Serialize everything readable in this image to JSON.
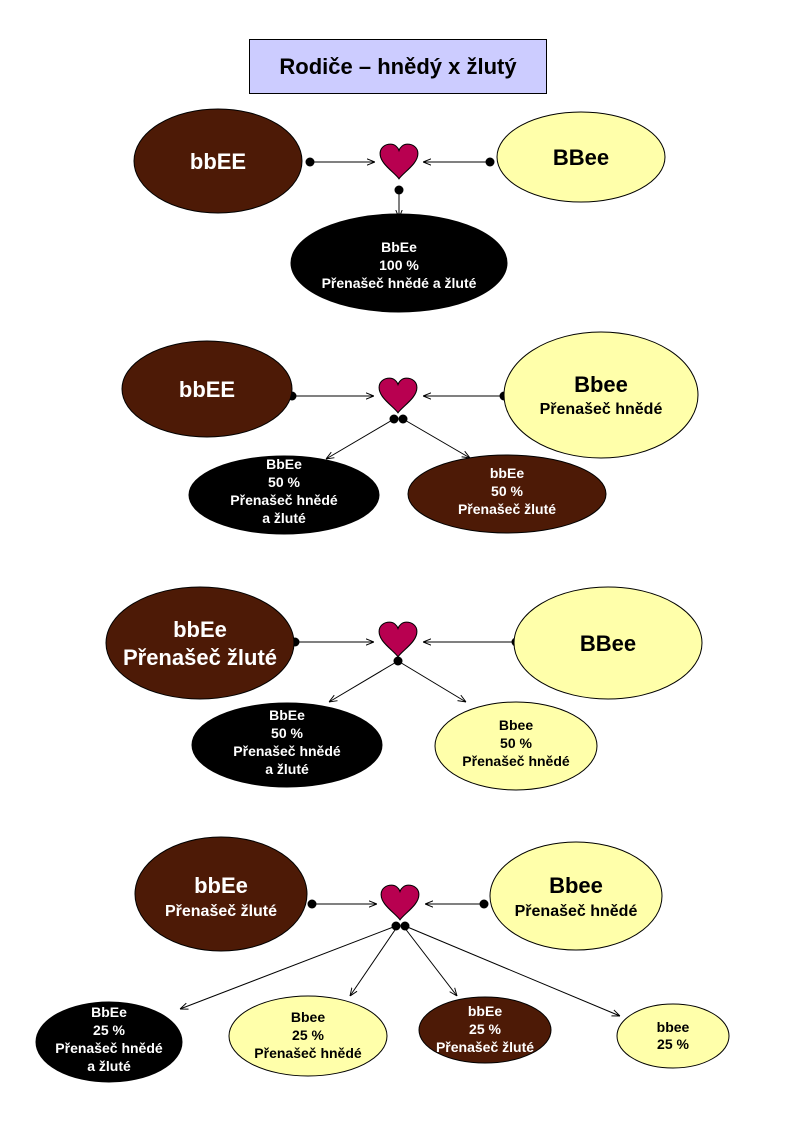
{
  "title": "Rodiče – hnědý x žlutý",
  "colors": {
    "brown": "#4d1a06",
    "yellow": "#ffffaa",
    "black": "#000000",
    "heart": "#b80050",
    "title_bg": "#ccccff"
  },
  "crosses": [
    {
      "parent_left": {
        "lines": [
          "bbEE"
        ]
      },
      "parent_right": {
        "lines": [
          "BBee"
        ]
      },
      "children": [
        {
          "lines": [
            "BbEe",
            "100 %",
            "Přenašeč hnědé a žluté"
          ]
        }
      ]
    },
    {
      "parent_left": {
        "lines": [
          "bbEE"
        ]
      },
      "parent_right": {
        "lines": [
          "Bbee",
          "Přenašeč hnědé"
        ]
      },
      "children": [
        {
          "lines": [
            "BbEe",
            "50 %",
            "Přenašeč hnědé",
            "a žluté"
          ]
        },
        {
          "lines": [
            "bbEe",
            "50 %",
            "Přenašeč žluté"
          ]
        }
      ]
    },
    {
      "parent_left": {
        "lines": [
          "bbEe",
          "Přenašeč žluté"
        ]
      },
      "parent_right": {
        "lines": [
          "BBee"
        ]
      },
      "children": [
        {
          "lines": [
            "BbEe",
            "50 %",
            "Přenašeč hnědé",
            "a žluté"
          ]
        },
        {
          "lines": [
            "Bbee",
            "50 %",
            "Přenašeč hnědé"
          ]
        }
      ]
    },
    {
      "parent_left": {
        "lines": [
          "bbEe",
          "Přenašeč žluté"
        ]
      },
      "parent_right": {
        "lines": [
          "Bbee",
          "Přenašeč hnědé"
        ]
      },
      "children": [
        {
          "lines": [
            "BbEe",
            "25 %",
            "Přenašeč hnědé",
            "a žluté"
          ]
        },
        {
          "lines": [
            "Bbee",
            "25 %",
            "Přenašeč hnědé"
          ]
        },
        {
          "lines": [
            "bbEe",
            "25 %",
            "Přenašeč žluté"
          ]
        },
        {
          "lines": [
            "bbee",
            "25 %"
          ]
        }
      ]
    }
  ]
}
